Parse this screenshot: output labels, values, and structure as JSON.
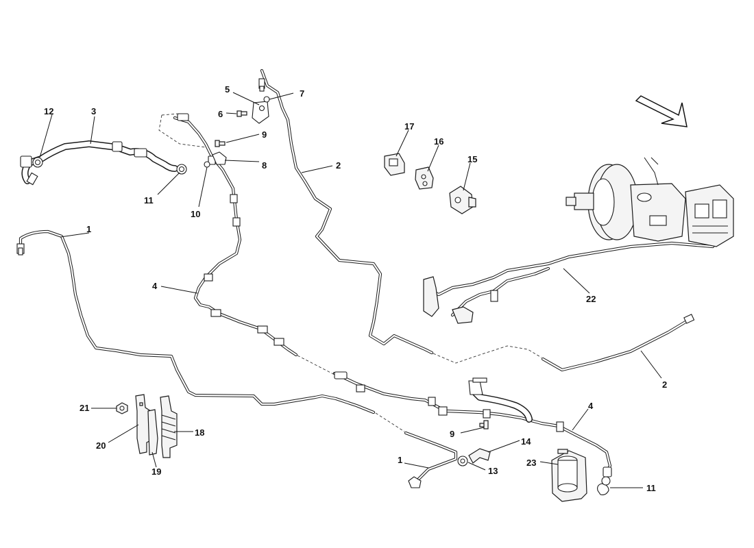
{
  "diagram": {
    "labels": {
      "l1a": "1",
      "l1b": "1",
      "l2a": "2",
      "l2b": "2",
      "l3": "3",
      "l4a": "4",
      "l4b": "4",
      "l5": "5",
      "l6": "6",
      "l7": "7",
      "l8": "8",
      "l9a": "9",
      "l9b": "9",
      "l10": "10",
      "l11a": "11",
      "l11b": "11",
      "l12": "12",
      "l13": "13",
      "l14": "14",
      "l15": "15",
      "l16": "16",
      "l17": "17",
      "l18": "18",
      "l19": "19",
      "l20": "20",
      "l21": "21",
      "l22": "22",
      "l23": "23"
    }
  }
}
